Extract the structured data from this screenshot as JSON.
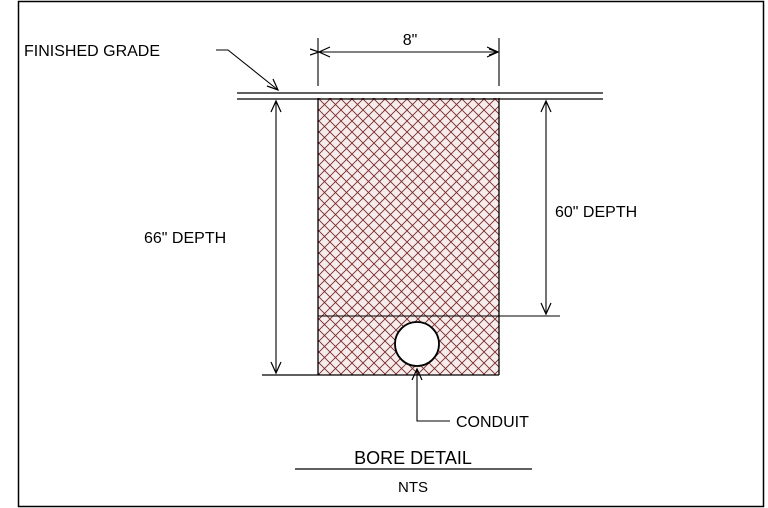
{
  "diagram": {
    "labels": {
      "finished_grade": "FINISHED GRADE",
      "width": "8\"",
      "depth_66": "66\" DEPTH",
      "depth_60": "60\" DEPTH",
      "conduit": "CONDUIT",
      "title": "BORE DETAIL",
      "subtitle": "NTS"
    },
    "colors": {
      "line": "#000000",
      "hatch": "#7a2a2a",
      "hatch_fill": "#f4e6e6",
      "background": "#ffffff"
    }
  }
}
